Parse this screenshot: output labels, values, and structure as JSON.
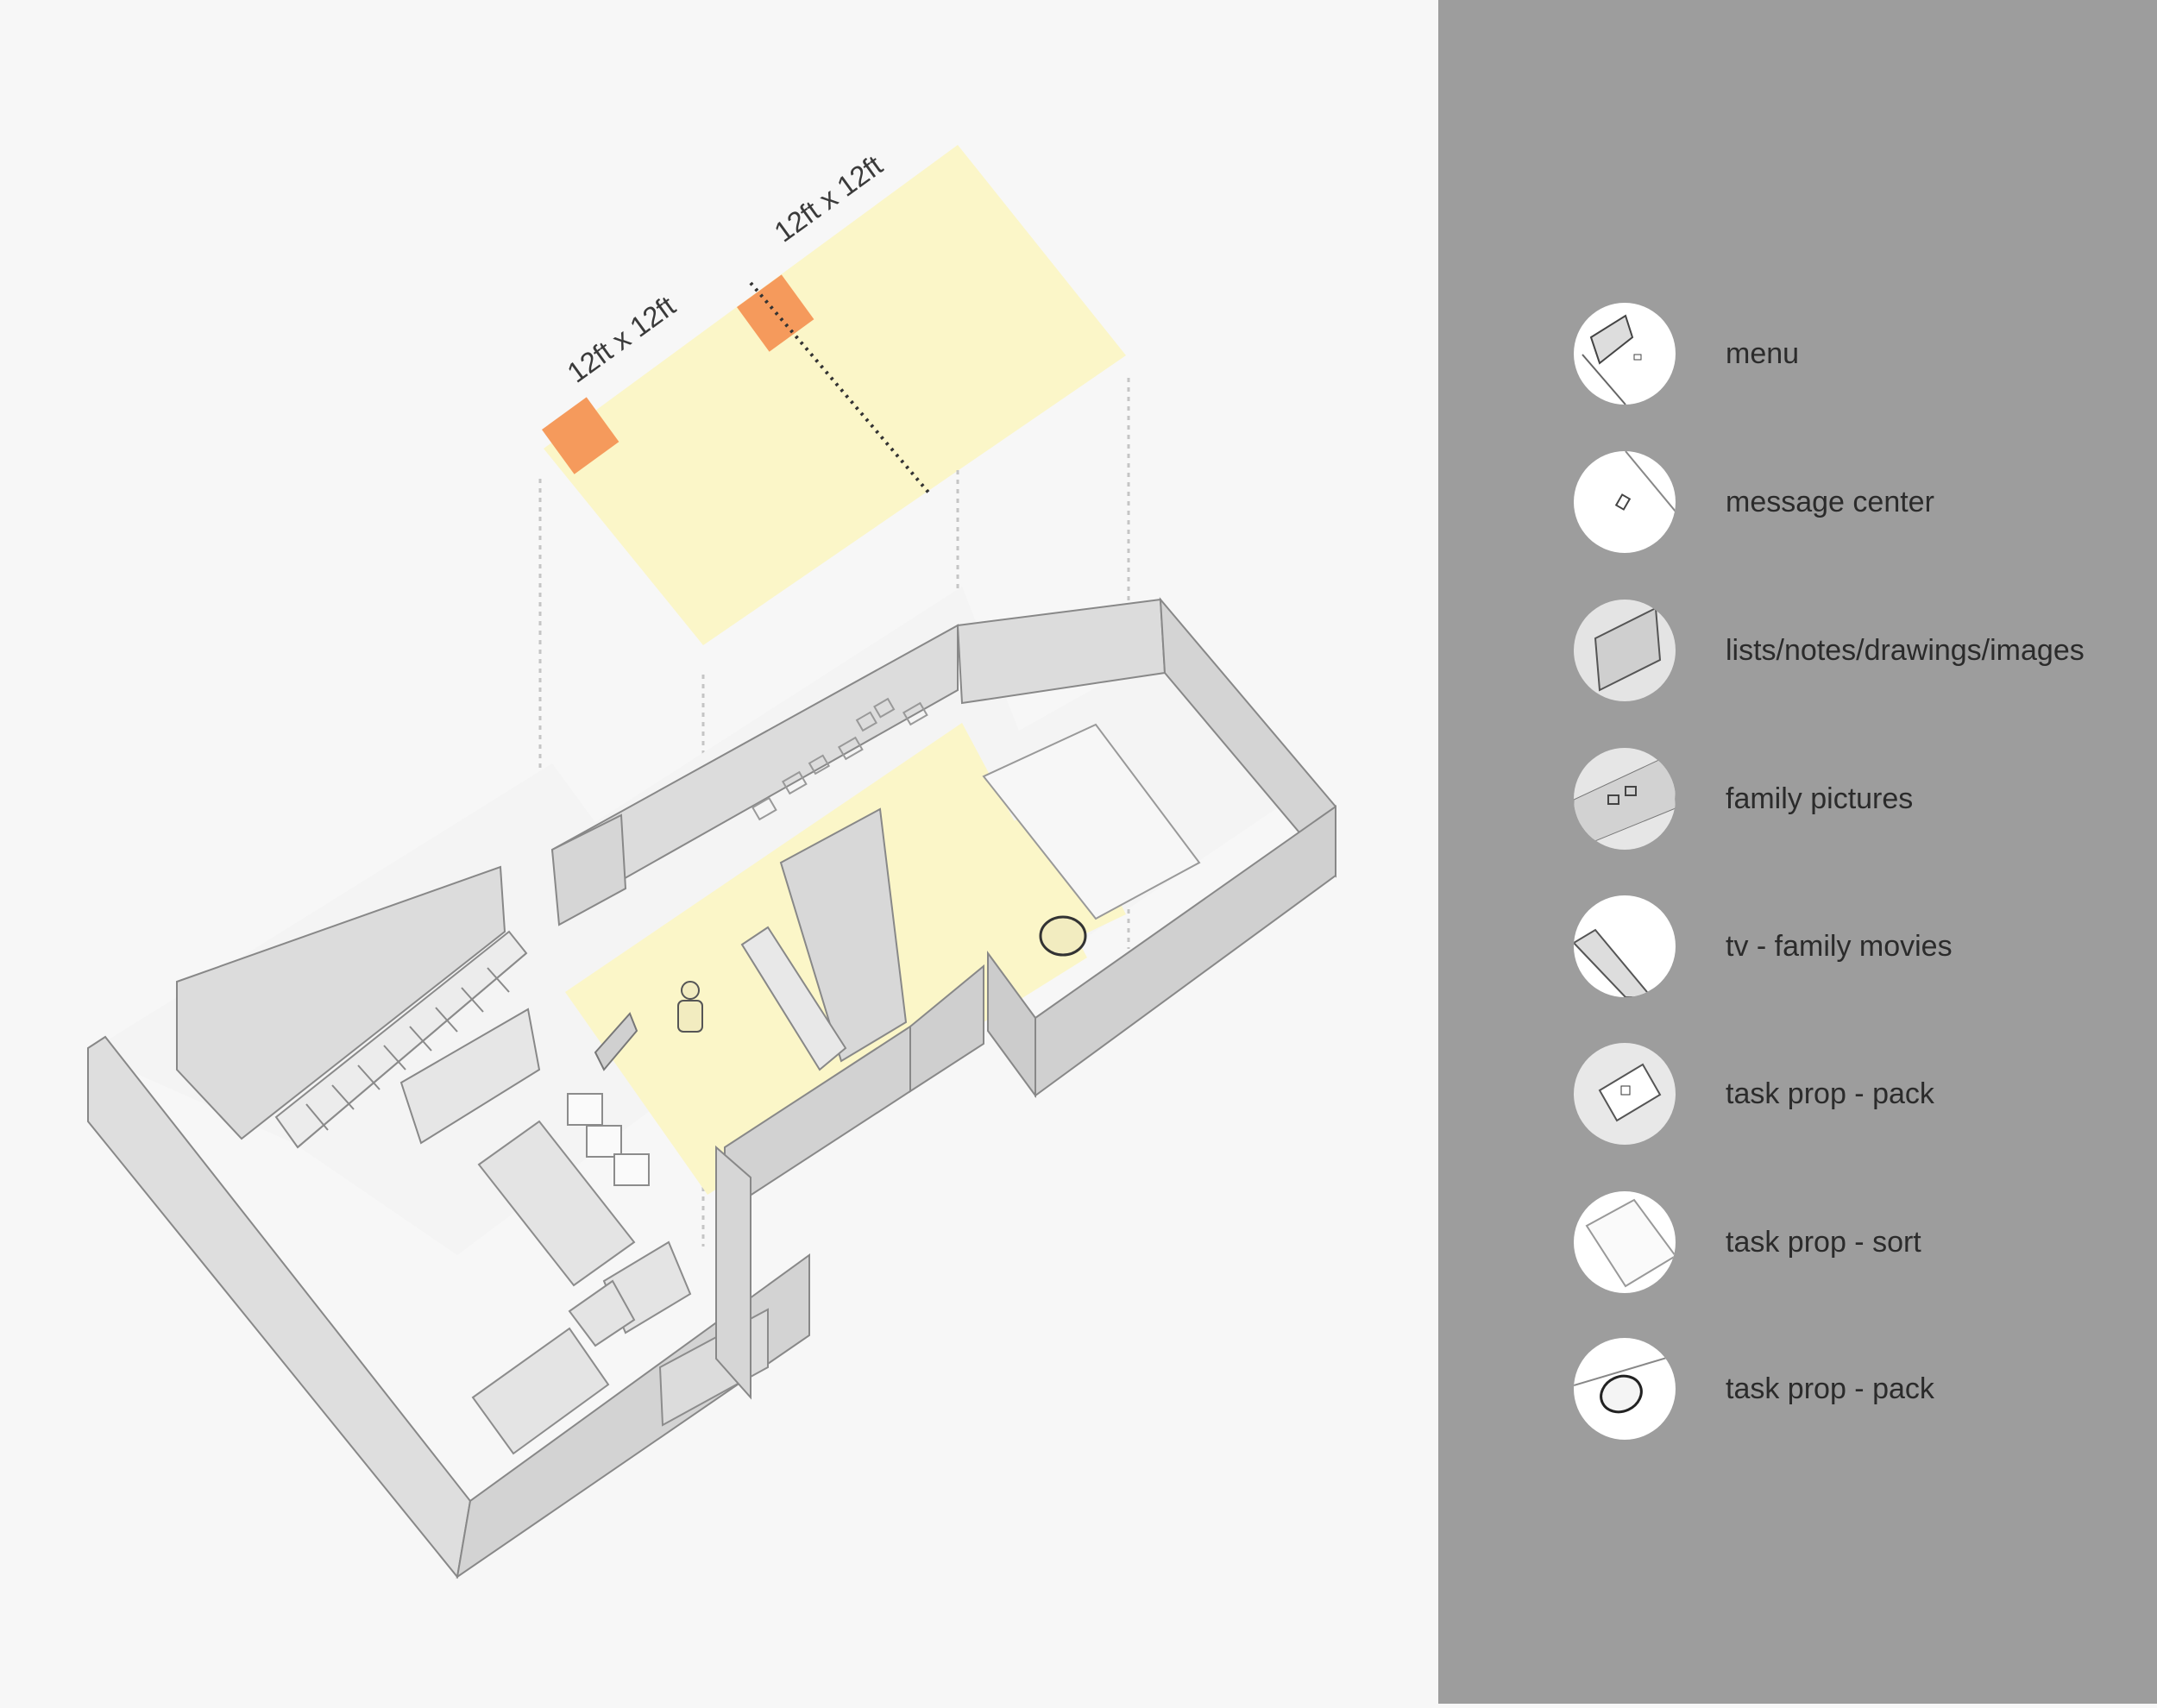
{
  "dimensions": {
    "zone_a": "12ft x 12ft",
    "zone_b": "12ft x 12ft"
  },
  "legend": {
    "items": [
      {
        "label": "menu",
        "icon": "menu-screen-icon"
      },
      {
        "label": "message center",
        "icon": "message-center-icon"
      },
      {
        "label": "lists/notes/drawings/images",
        "icon": "notes-board-icon"
      },
      {
        "label": "family pictures",
        "icon": "family-pictures-icon"
      },
      {
        "label": "tv - family movies",
        "icon": "tv-icon"
      },
      {
        "label": "task prop - pack",
        "icon": "pack-prop-icon"
      },
      {
        "label": "task prop - sort",
        "icon": "sort-prop-icon"
      },
      {
        "label": "task prop - pack",
        "icon": "suitcase-icon"
      }
    ]
  },
  "colors": {
    "projection_zone": "#fbf6c8",
    "sensor_marker": "#f59a5c",
    "legend_panel": "#9d9d9d",
    "wall_fill": "#dedede",
    "floor_fill": "#f4f4f4"
  }
}
